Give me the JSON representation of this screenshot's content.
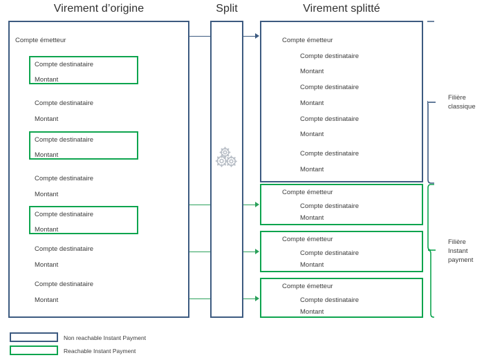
{
  "diagram": {
    "title_origine": "Virement d’origine",
    "title_split": "Split",
    "title_splitte": "Virement splitté",
    "colors": {
      "blue": "#3c5a80",
      "green": "#0da44e",
      "green_line": "#2aa05a",
      "text": "#3b3b3b",
      "background": "#ffffff"
    }
  },
  "labels": {
    "compte_emetteur": "Compte émetteur",
    "compte_destinataire": "Compte destinataire",
    "montant": "Montant"
  },
  "origine_panel": {
    "header": "Compte émetteur",
    "entries": [
      {
        "compte": "Compte destinataire",
        "montant": "Montant",
        "reachable": true
      },
      {
        "compte": "Compte destinataire",
        "montant": "Montant",
        "reachable": false
      },
      {
        "compte": "Compte destinataire",
        "montant": "Montant",
        "reachable": true
      },
      {
        "compte": "Compte destinataire",
        "montant": "Montant",
        "reachable": false
      },
      {
        "compte": "Compte destinataire",
        "montant": "Montant",
        "reachable": true
      },
      {
        "compte": "Compte destinataire",
        "montant": "Montant",
        "reachable": false
      },
      {
        "compte": "Compte destinataire",
        "montant": "Montant",
        "reachable": false
      }
    ]
  },
  "split_column": {
    "title": "Split",
    "icon": "gears-icon"
  },
  "splitte_panel": {
    "classique_box": {
      "header": "Compte émetteur",
      "lines": [
        "Compte destinataire",
        "Montant",
        "Compte destinataire",
        "Montant",
        "Compte destinataire",
        "Montant",
        "Compte destinataire",
        "Montant"
      ]
    },
    "instant_boxes": [
      {
        "header": "Compte émetteur",
        "compte": "Compte destinataire",
        "montant": "Montant"
      },
      {
        "header": "Compte émetteur",
        "compte": "Compte destinataire",
        "montant": "Montant"
      },
      {
        "header": "Compte émetteur",
        "compte": "Compte destinataire",
        "montant": "Montant"
      }
    ]
  },
  "braces": {
    "classique": {
      "line1": "Filière",
      "line2": "classique"
    },
    "instant": {
      "line1": "Filière",
      "line2": "Instant",
      "line3": "payment"
    }
  },
  "legend": [
    {
      "label": "Non reachable Instant Payment",
      "color": "#3c5a80"
    },
    {
      "label": "Reachable Instant Payment",
      "color": "#0da44e"
    }
  ]
}
